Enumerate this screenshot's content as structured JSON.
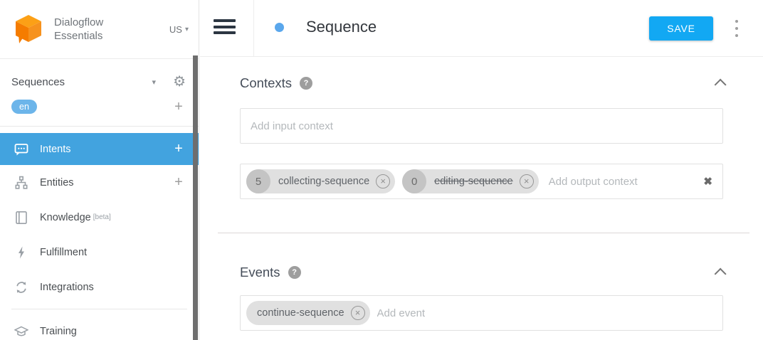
{
  "header": {
    "logo_line1": "Dialogflow",
    "logo_line2": "Essentials",
    "region": "US",
    "title": "Sequence",
    "save_label": "SAVE"
  },
  "icons": {
    "caret_down": "▾",
    "gear": "⚙",
    "plus": "+",
    "help": "?",
    "close": "✖",
    "remove": "×"
  },
  "sidebar": {
    "agent_name": "Sequences",
    "language_badge": "en",
    "items": [
      {
        "label": "Intents",
        "icon": "chat-icon",
        "selected": true,
        "has_add": true
      },
      {
        "label": "Entities",
        "icon": "hierarchy-icon",
        "selected": false,
        "has_add": true
      },
      {
        "label": "Knowledge",
        "badge": "[beta]",
        "icon": "book-icon",
        "selected": false
      },
      {
        "label": "Fulfillment",
        "icon": "bolt-icon",
        "selected": false
      },
      {
        "label": "Integrations",
        "icon": "sync-icon",
        "selected": false
      },
      {
        "label": "Training",
        "icon": "graduation-cap-icon",
        "selected": false
      }
    ]
  },
  "contexts": {
    "title": "Contexts",
    "input_placeholder": "Add input context",
    "output_placeholder": "Add output context",
    "output_chips": [
      {
        "lifespan": "5",
        "name": "collecting-sequence",
        "strikethrough": false
      },
      {
        "lifespan": "0",
        "name": "editing-sequence",
        "strikethrough": true
      }
    ]
  },
  "events": {
    "title": "Events",
    "placeholder": "Add event",
    "chips": [
      {
        "name": "continue-sequence"
      }
    ]
  },
  "colors": {
    "selected_nav_blue": "#42a3df",
    "save_button_blue": "#12a8f3",
    "language_badge_blue": "#6cb5ea",
    "title_dot_blue": "#5aa7ec",
    "logo_orange": "#f6921e",
    "chip_background": "#e0e0e0"
  }
}
